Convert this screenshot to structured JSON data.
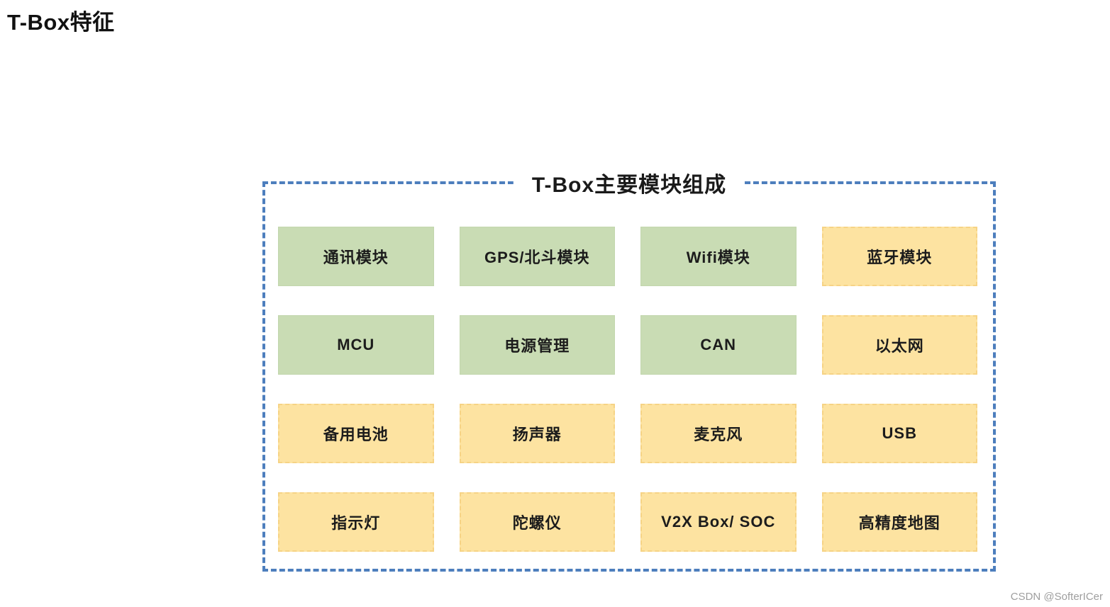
{
  "page": {
    "title": "T-Box特征",
    "watermark": "CSDN @SofterICer"
  },
  "diagram": {
    "title": "T-Box主要模块组成",
    "frame_border_color": "#4d7ebd",
    "colors": {
      "green": "#c9dcb4",
      "yellow": "#fde3a1"
    },
    "modules": [
      {
        "label": "通讯模块",
        "type": "green"
      },
      {
        "label": "GPS/北斗模块",
        "type": "green"
      },
      {
        "label": "Wifi模块",
        "type": "green"
      },
      {
        "label": "蓝牙模块",
        "type": "yellow"
      },
      {
        "label": "MCU",
        "type": "green"
      },
      {
        "label": "电源管理",
        "type": "green"
      },
      {
        "label": "CAN",
        "type": "green"
      },
      {
        "label": "以太网",
        "type": "yellow"
      },
      {
        "label": "备用电池",
        "type": "yellow"
      },
      {
        "label": "扬声器",
        "type": "yellow"
      },
      {
        "label": "麦克风",
        "type": "yellow"
      },
      {
        "label": "USB",
        "type": "yellow"
      },
      {
        "label": "指示灯",
        "type": "yellow"
      },
      {
        "label": "陀螺仪",
        "type": "yellow"
      },
      {
        "label": "V2X Box/ SOC",
        "type": "yellow"
      },
      {
        "label": "高精度地图",
        "type": "yellow"
      }
    ]
  }
}
